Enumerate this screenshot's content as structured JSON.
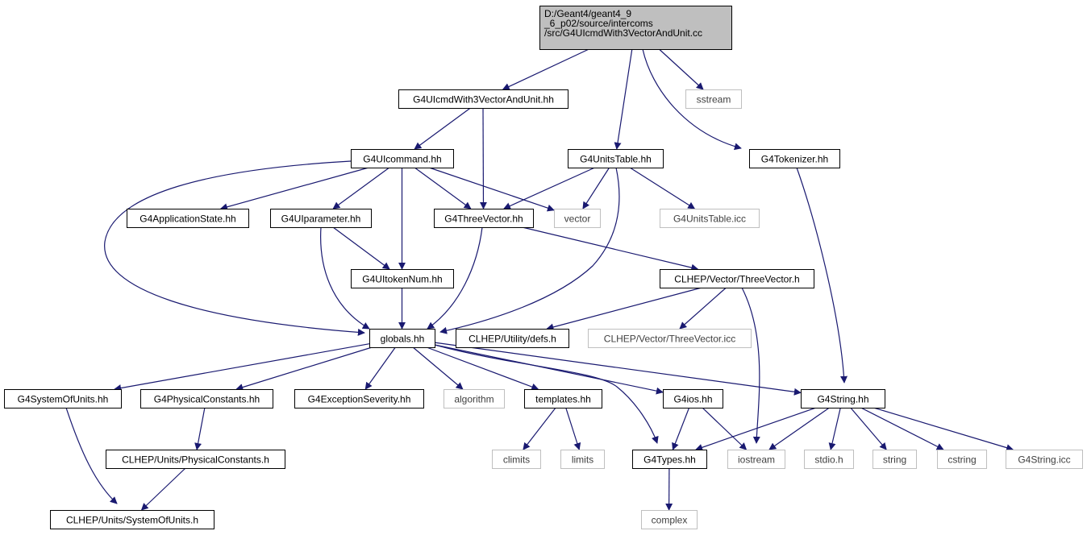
{
  "colors": {
    "edge": "#191970",
    "root_fill": "#bfbfbf",
    "node_border": "#000000",
    "external_border": "#bfbfbf",
    "background": "#ffffff"
  },
  "nodes": [
    {
      "id": "root",
      "lines": [
        "D:/Geant4/geant4_9",
        "_6_p02/source/intercoms",
        "/src/G4UIcmdWith3VectorAndUnit.cc"
      ],
      "kind": "root"
    },
    {
      "id": "cmd3vec",
      "lines": [
        "G4UIcmdWith3VectorAndUnit.hh"
      ],
      "kind": "internal"
    },
    {
      "id": "sstream",
      "lines": [
        "sstream"
      ],
      "kind": "external"
    },
    {
      "id": "uicommand",
      "lines": [
        "G4UIcommand.hh"
      ],
      "kind": "internal"
    },
    {
      "id": "unitstable",
      "lines": [
        "G4UnitsTable.hh"
      ],
      "kind": "internal"
    },
    {
      "id": "tokenizer",
      "lines": [
        "G4Tokenizer.hh"
      ],
      "kind": "internal"
    },
    {
      "id": "appstate",
      "lines": [
        "G4ApplicationState.hh"
      ],
      "kind": "internal"
    },
    {
      "id": "uiparam",
      "lines": [
        "G4UIparameter.hh"
      ],
      "kind": "internal"
    },
    {
      "id": "threevec",
      "lines": [
        "G4ThreeVector.hh"
      ],
      "kind": "internal"
    },
    {
      "id": "vector",
      "lines": [
        "vector"
      ],
      "kind": "external"
    },
    {
      "id": "unitsicc",
      "lines": [
        "G4UnitsTable.icc"
      ],
      "kind": "external"
    },
    {
      "id": "tokennum",
      "lines": [
        "G4UItokenNum.hh"
      ],
      "kind": "internal"
    },
    {
      "id": "clhepvec",
      "lines": [
        "CLHEP/Vector/ThreeVector.h"
      ],
      "kind": "internal"
    },
    {
      "id": "globals",
      "lines": [
        "globals.hh"
      ],
      "kind": "internal"
    },
    {
      "id": "defs",
      "lines": [
        "CLHEP/Utility/defs.h"
      ],
      "kind": "internal"
    },
    {
      "id": "clhepvecicc",
      "lines": [
        "CLHEP/Vector/ThreeVector.icc"
      ],
      "kind": "external"
    },
    {
      "id": "sysunits",
      "lines": [
        "G4SystemOfUnits.hh"
      ],
      "kind": "internal"
    },
    {
      "id": "physconst",
      "lines": [
        "G4PhysicalConstants.hh"
      ],
      "kind": "internal"
    },
    {
      "id": "excsev",
      "lines": [
        "G4ExceptionSeverity.hh"
      ],
      "kind": "internal"
    },
    {
      "id": "algorithm",
      "lines": [
        "algorithm"
      ],
      "kind": "external"
    },
    {
      "id": "templates",
      "lines": [
        "templates.hh"
      ],
      "kind": "internal"
    },
    {
      "id": "g4ios",
      "lines": [
        "G4ios.hh"
      ],
      "kind": "internal"
    },
    {
      "id": "g4string",
      "lines": [
        "G4String.hh"
      ],
      "kind": "internal"
    },
    {
      "id": "clhepphys",
      "lines": [
        "CLHEP/Units/PhysicalConstants.h"
      ],
      "kind": "internal"
    },
    {
      "id": "climits",
      "lines": [
        "climits"
      ],
      "kind": "external"
    },
    {
      "id": "limits",
      "lines": [
        "limits"
      ],
      "kind": "external"
    },
    {
      "id": "g4types",
      "lines": [
        "G4Types.hh"
      ],
      "kind": "internal"
    },
    {
      "id": "iostream",
      "lines": [
        "iostream"
      ],
      "kind": "external"
    },
    {
      "id": "stdio",
      "lines": [
        "stdio.h"
      ],
      "kind": "external"
    },
    {
      "id": "string",
      "lines": [
        "string"
      ],
      "kind": "external"
    },
    {
      "id": "cstring",
      "lines": [
        "cstring"
      ],
      "kind": "external"
    },
    {
      "id": "g4stringicc",
      "lines": [
        "G4String.icc"
      ],
      "kind": "external"
    },
    {
      "id": "clhepsys",
      "lines": [
        "CLHEP/Units/SystemOfUnits.h"
      ],
      "kind": "internal"
    },
    {
      "id": "complex",
      "lines": [
        "complex"
      ],
      "kind": "external"
    }
  ],
  "edges": [
    [
      "root",
      "cmd3vec"
    ],
    [
      "root",
      "sstream"
    ],
    [
      "root",
      "unitstable"
    ],
    [
      "root",
      "tokenizer"
    ],
    [
      "cmd3vec",
      "uicommand"
    ],
    [
      "cmd3vec",
      "threevec"
    ],
    [
      "uicommand",
      "appstate"
    ],
    [
      "uicommand",
      "uiparam"
    ],
    [
      "uicommand",
      "threevec"
    ],
    [
      "uicommand",
      "vector"
    ],
    [
      "uicommand",
      "tokennum"
    ],
    [
      "uicommand",
      "globals"
    ],
    [
      "unitstable",
      "threevec"
    ],
    [
      "unitstable",
      "vector"
    ],
    [
      "unitstable",
      "unitsicc"
    ],
    [
      "unitstable",
      "globals"
    ],
    [
      "tokenizer",
      "g4string"
    ],
    [
      "uiparam",
      "tokennum"
    ],
    [
      "uiparam",
      "globals"
    ],
    [
      "threevec",
      "globals"
    ],
    [
      "threevec",
      "clhepvec"
    ],
    [
      "tokennum",
      "globals"
    ],
    [
      "clhepvec",
      "defs"
    ],
    [
      "clhepvec",
      "clhepvecicc"
    ],
    [
      "clhepvec",
      "iostream"
    ],
    [
      "globals",
      "sysunits"
    ],
    [
      "globals",
      "physconst"
    ],
    [
      "globals",
      "excsev"
    ],
    [
      "globals",
      "algorithm"
    ],
    [
      "globals",
      "templates"
    ],
    [
      "globals",
      "g4types"
    ],
    [
      "globals",
      "g4ios"
    ],
    [
      "globals",
      "g4string"
    ],
    [
      "sysunits",
      "clhepsys"
    ],
    [
      "physconst",
      "clhepphys"
    ],
    [
      "clhepphys",
      "clhepsys"
    ],
    [
      "templates",
      "climits"
    ],
    [
      "templates",
      "limits"
    ],
    [
      "g4ios",
      "g4types"
    ],
    [
      "g4ios",
      "iostream"
    ],
    [
      "g4string",
      "g4types"
    ],
    [
      "g4string",
      "iostream"
    ],
    [
      "g4string",
      "stdio"
    ],
    [
      "g4string",
      "string"
    ],
    [
      "g4string",
      "cstring"
    ],
    [
      "g4string",
      "g4stringicc"
    ],
    [
      "g4types",
      "complex"
    ]
  ]
}
